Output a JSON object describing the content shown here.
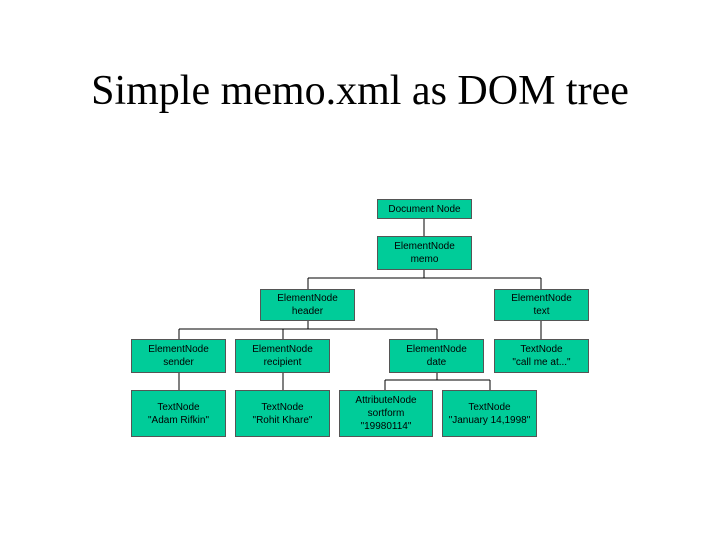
{
  "title": "Simple memo.xml as DOM tree",
  "colors": {
    "node_fill": "#00cc99",
    "node_border": "#555555",
    "connector": "#000000"
  },
  "nodes": {
    "document": {
      "lines": [
        "Document Node"
      ]
    },
    "memo": {
      "lines": [
        "ElementNode",
        "memo"
      ]
    },
    "header": {
      "lines": [
        "ElementNode",
        "header"
      ]
    },
    "text": {
      "lines": [
        "ElementNode",
        "text"
      ]
    },
    "sender": {
      "lines": [
        "ElementNode",
        "sender"
      ]
    },
    "recipient": {
      "lines": [
        "ElementNode",
        "recipient"
      ]
    },
    "date": {
      "lines": [
        "ElementNode",
        "date"
      ]
    },
    "text_value": {
      "lines": [
        "TextNode",
        "\"call me at...\""
      ]
    },
    "sender_value": {
      "lines": [
        "TextNode",
        "\"Adam Rifkin\""
      ]
    },
    "recipient_value": {
      "lines": [
        "TextNode",
        "\"Rohit Khare\""
      ]
    },
    "sortform_attr": {
      "lines": [
        "AttributeNode",
        "sortform",
        "\"19980114\""
      ]
    },
    "date_value": {
      "lines": [
        "TextNode",
        "\"January 14,1998\""
      ]
    }
  }
}
